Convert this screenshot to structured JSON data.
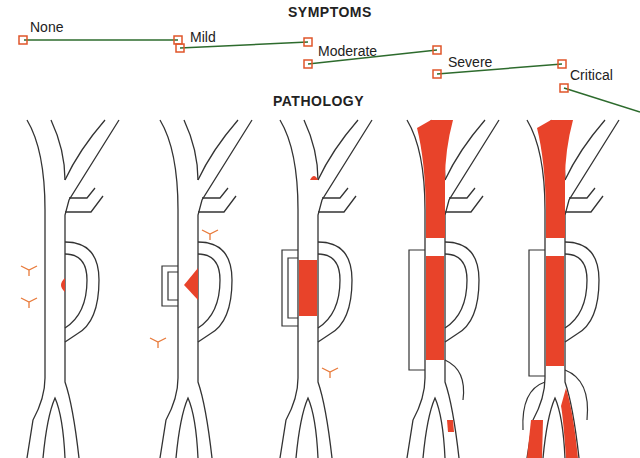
{
  "diagram": {
    "labels": [
      "SYMPTOMS",
      "None",
      "Mild",
      "Moderate",
      "Severe",
      "Critical",
      "PATHOLOGY"
    ]
  }
}
